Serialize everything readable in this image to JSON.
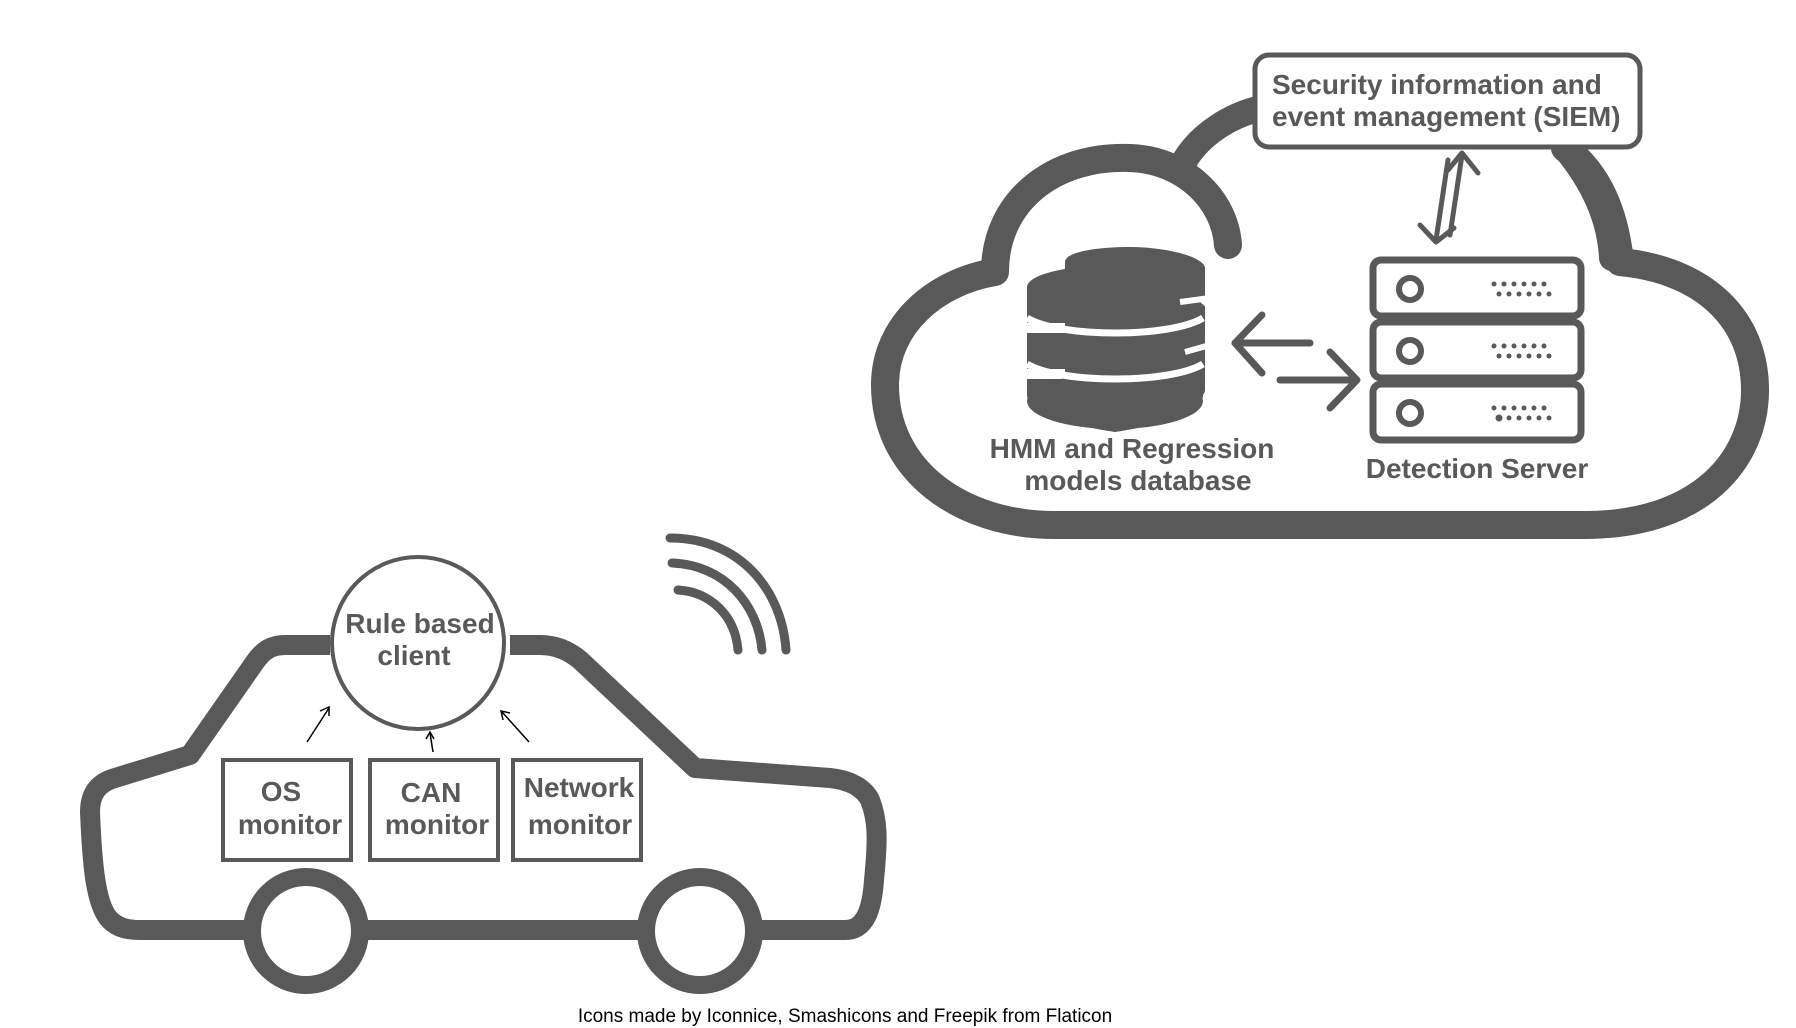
{
  "siem": {
    "line1": "Security information and",
    "line2": "event management (SIEM)"
  },
  "database": {
    "line1": "HMM and Regression",
    "line2": "models database"
  },
  "server": {
    "label": "Detection Server"
  },
  "client": {
    "line1": "Rule based",
    "line2": "client"
  },
  "monitors": [
    {
      "line1": "OS",
      "line2": "monitor"
    },
    {
      "line1": "CAN",
      "line2": "monitor"
    },
    {
      "line1": "Network",
      "line2": "monitor"
    }
  ],
  "credit": "Icons made by Iconnice, Smashicons and Freepik from Flaticon",
  "colors": {
    "stroke": "#595959",
    "background": "#ffffff",
    "credit_text": "#000000"
  },
  "icons": [
    "cloud-icon",
    "database-icon",
    "server-icon",
    "car-icon",
    "wireless-signal-icon"
  ]
}
